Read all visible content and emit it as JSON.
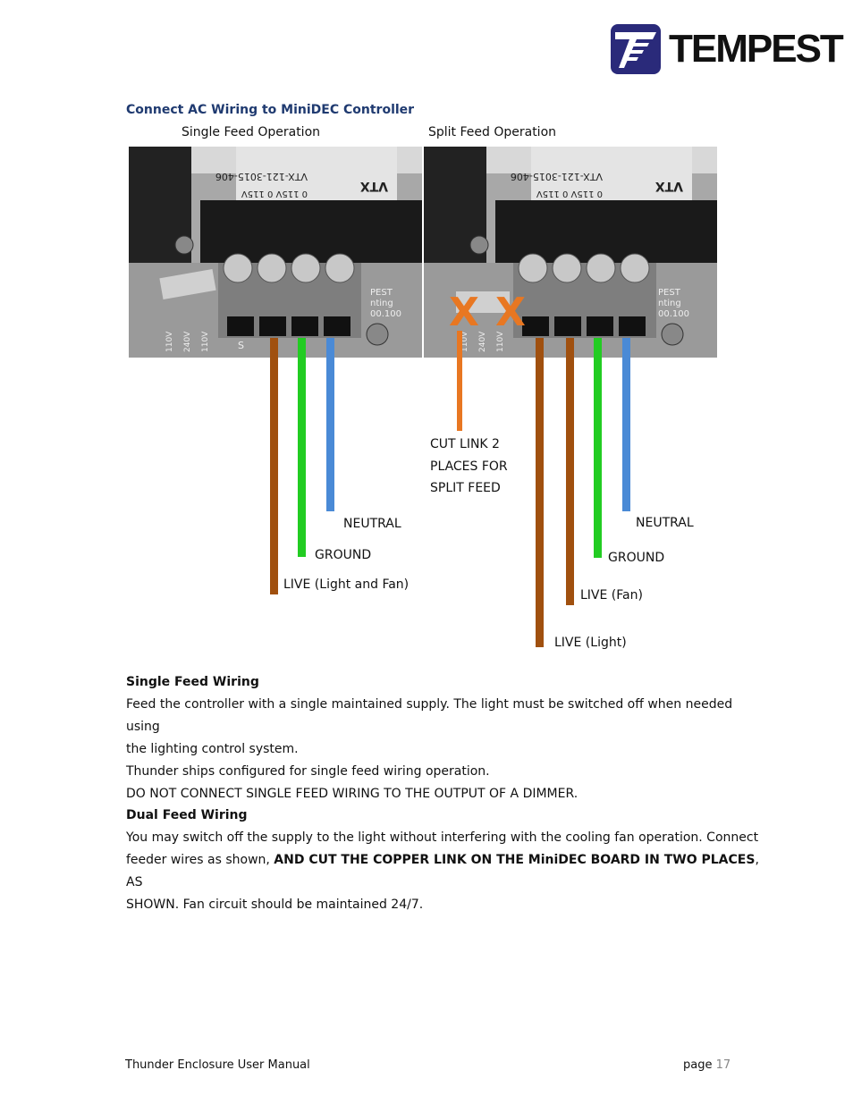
{
  "brand": {
    "name": "TEMPEST",
    "color": "#2a2a7a"
  },
  "section": {
    "title": "Connect AC Wiring to MiniDEC Controller",
    "single_caption": "Single Feed  Operation",
    "split_caption": "Split Feed  Operation"
  },
  "photo_text": {
    "model": "VTX-121-3015-406",
    "voltages": "0   115V   0   115V",
    "brand": "VTX",
    "board1": "PEST",
    "board2": "nting",
    "board3": "00.100",
    "taps": [
      "110V",
      "240V",
      "110V"
    ],
    "s_mark": "S"
  },
  "single_labels": {
    "neutral": "NEUTRAL",
    "ground": "GROUND",
    "live": "LIVE (Light and Fan)"
  },
  "split_labels": {
    "cut_line1": "CUT LINK 2",
    "cut_line2": "PLACES FOR",
    "cut_line3": "SPLIT FEED",
    "neutral": "NEUTRAL",
    "ground": "GROUND",
    "live_fan": "LIVE (Fan)",
    "live_light": "LIVE (Light)",
    "cut_mark": "X"
  },
  "colors": {
    "live": "#a0500f",
    "ground": "#22cc22",
    "neutral": "#4a8ad6",
    "cut": "#e87722"
  },
  "single_feed": {
    "heading": "Single Feed Wiring",
    "line1": "Feed the controller with a single maintained supply. The light must be switched off when needed using",
    "line2": "the lighting control system.",
    "line3": "Thunder ships configured for single feed wiring operation.",
    "line4": "DO NOT CONNECT SINGLE FEED WIRING TO THE OUTPUT OF A DIMMER."
  },
  "dual_feed": {
    "heading": "Dual Feed Wiring",
    "line1": "You may switch off the supply to the light without interfering with the cooling fan operation. Connect",
    "line2_pre": "feeder wires as shown, ",
    "line2_bold": "AND CUT THE COPPER LINK ON THE MiniDEC BOARD IN TWO PLACES",
    "line2_post": ", AS",
    "line3": "SHOWN. Fan circuit should be maintained 24/7."
  },
  "footer": {
    "title": "Thunder Enclosure User Manual",
    "page_label": "page ",
    "page_num": "17"
  }
}
